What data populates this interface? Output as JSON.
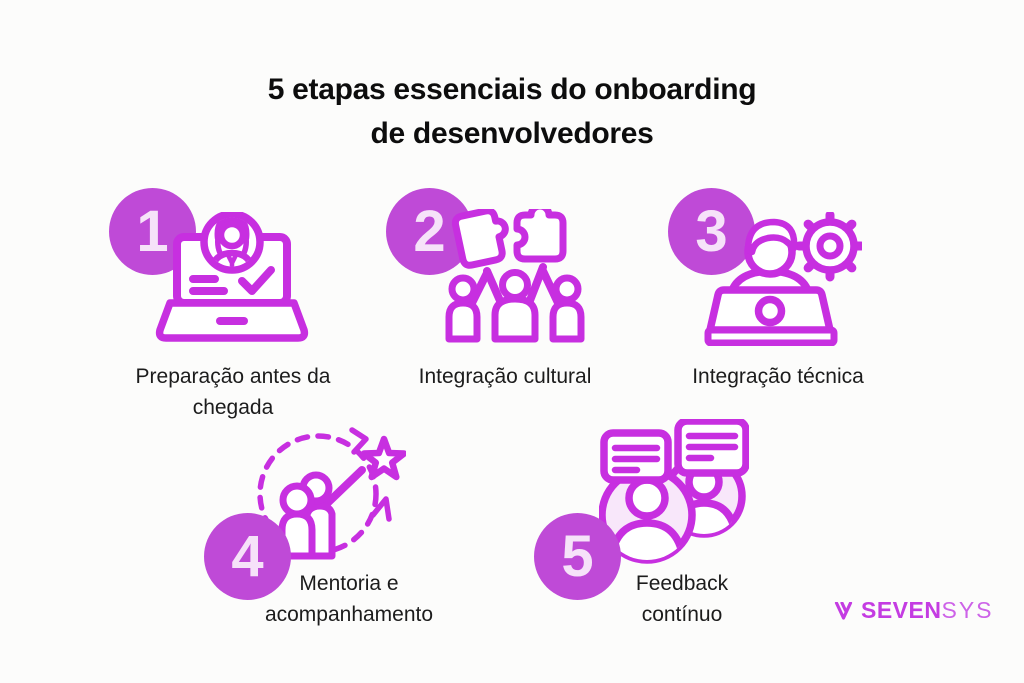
{
  "title": {
    "line1": "5 etapas essenciais do onboarding",
    "line2": "de desenvolvedores"
  },
  "steps": [
    {
      "number": "1",
      "label": "Preparação antes da chegada",
      "icon": "laptop-profile-icon"
    },
    {
      "number": "2",
      "label": "Integração cultural",
      "icon": "team-puzzle-icon"
    },
    {
      "number": "3",
      "label": "Integração técnica",
      "icon": "developer-laptop-gear-icon"
    },
    {
      "number": "4",
      "label": "Mentoria e acompanhamento",
      "icon": "mentorship-growth-star-icon"
    },
    {
      "number": "5",
      "label": "Feedback contínuo",
      "icon": "feedback-chat-avatars-icon"
    }
  ],
  "logo": {
    "brand_bold": "SEVEN",
    "brand_light": "SYS",
    "mark": "double-v-logomark"
  },
  "colors": {
    "background": "#FCFCFB",
    "icon_stroke": "#C72FE0",
    "badge_fill": "#BF4AD7",
    "badge_number": "#F6E2F9",
    "avatar_fill": "#F8E7FA",
    "title_text": "#0D0D0D",
    "label_text": "#1C1C1C",
    "logo_color": "#C43CE2"
  }
}
